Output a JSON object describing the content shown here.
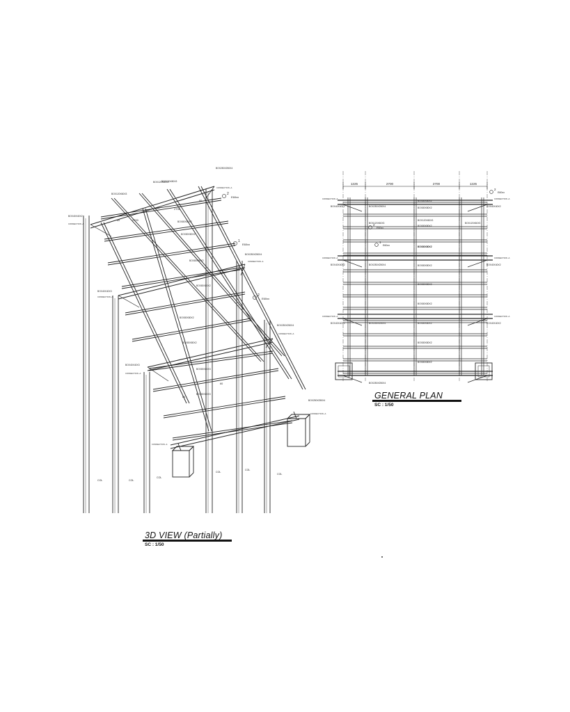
{
  "view3d": {
    "title": "3D VIEW (Partially)",
    "scale": "SC : 1/50",
    "section_labels": [
      "BOX100X80X3",
      "BOX80X80X2",
      "BOX120X60X3",
      "BOX80X80X2",
      "BOX80X80X2",
      "BOX80X80X2",
      "BOX80X80X2",
      "BOX80X80X2",
      "BOX80X80X3",
      "BOX80X80X3"
    ],
    "other_labels": [
      "BOX40X40X2",
      "BOX40X40X3",
      "BOX120X60X3",
      "BOX40X40X3",
      "BOX250X250X4",
      "BOX250X250X4",
      "BOX250X250X4",
      "BOX250X250X4"
    ],
    "connection_labels": [
      "CONNECTION -A",
      "CONNECTION -A",
      "CONNECTION -A",
      "CONNECTION -A",
      "CONNECTION -A",
      "CONNECTION -A",
      "CONNECTION -A",
      "CONNECTION -A"
    ],
    "col_label": "COL",
    "dims": [
      "2700",
      "2700",
      "60",
      "60",
      "60",
      "60",
      "60"
    ],
    "markers": [
      {
        "num": "1",
        "text": "E60xx"
      },
      {
        "num": "2",
        "text": "E60xx"
      },
      {
        "num": "2",
        "text": "E60xx"
      }
    ]
  },
  "plan": {
    "title": "GENERAL PLAN",
    "scale": "SC : 1/50",
    "dims": [
      "1225",
      "2700",
      "2700",
      "1225"
    ],
    "left_labels": [
      "BOX40X40X2",
      "BOX40X40X2",
      "BOX40X40X2"
    ],
    "right_labels": [
      "BOX40X40X2",
      "BOX40X40X2",
      "BOX40X40X2"
    ],
    "beam_labels": [
      "BOX250X250X4",
      "BOX250X250X4",
      "BOX250X250X4",
      "BOX250X250X4"
    ],
    "inner_labels": [
      "BOX80X80X2",
      "BOX120X60X3",
      "BOX80X80X2",
      "BOX120X60X3",
      "BOX80X80X2",
      "BOX80X80X2",
      "BOX80X80X2",
      "BOX80X80X2",
      "BOX80X80X2",
      "BOX80X80X2",
      "BOX80X80X2",
      "BOX80X80X2",
      "BOX80X80X2",
      "BOX120X60X3"
    ],
    "connection_label": "CONNECTION -A",
    "markers": [
      {
        "num": "2",
        "text": "E60xx"
      },
      {
        "num": "2",
        "text": "E60xx"
      },
      {
        "num": "1",
        "text": "E60xx"
      }
    ]
  },
  "colors": {
    "line": "#222222",
    "paper": "#ffffff"
  }
}
